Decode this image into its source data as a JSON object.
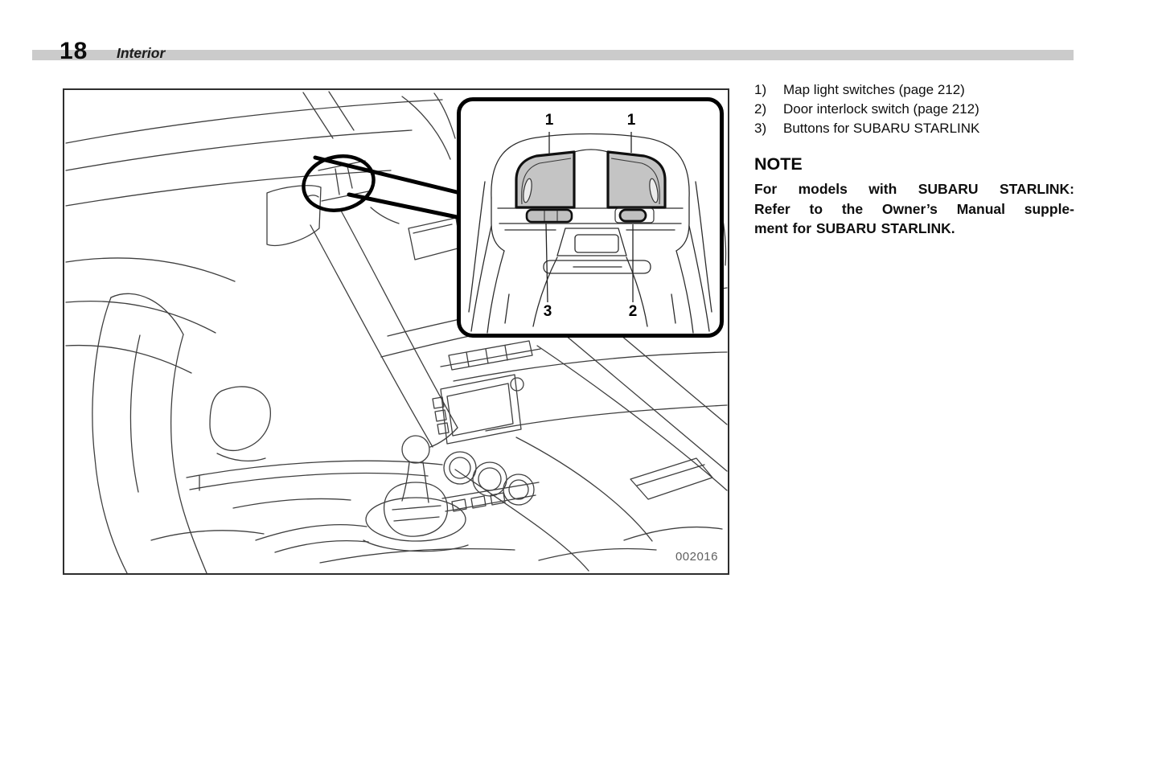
{
  "page": {
    "number": "18",
    "section": "Interior"
  },
  "legend": {
    "items": [
      {
        "num": "1)",
        "text": "Map light switches (page 212)"
      },
      {
        "num": "2)",
        "text": "Door interlock switch (page 212)"
      },
      {
        "num": "3)",
        "text": "Buttons for SUBARU STARLINK"
      }
    ]
  },
  "note": {
    "heading": "NOTE",
    "lines": [
      "For models with SUBARU STARLINK:",
      "Refer to the Owner’s Manual supple-",
      "ment for SUBARU STARLINK."
    ]
  },
  "figure": {
    "code": "002016",
    "labels": {
      "map_light_left": "1",
      "map_light_right": "1",
      "starlink_buttons": "3",
      "door_interlock": "2"
    }
  },
  "colors": {
    "header_bar_gray": "#cbcbcb",
    "lens_gray": "#c4c4c4",
    "line_dark": "#3f3f3f"
  }
}
